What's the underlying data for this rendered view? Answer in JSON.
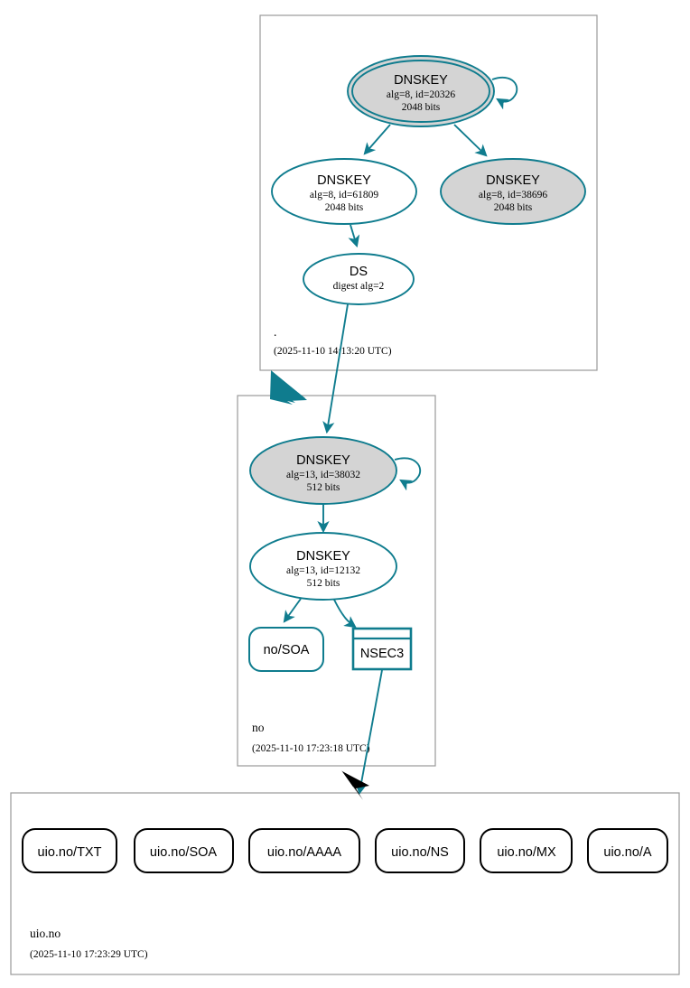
{
  "diagram": {
    "kind": "dnssec-authentication-chain",
    "colors": {
      "secure": "#0f7c8e",
      "key_fill_ksk": "#d4d4d4",
      "key_fill_zsk": "#ffffff",
      "zone_border": "#9a9a9a",
      "plain": "#000000"
    }
  },
  "zones": [
    {
      "id": "root",
      "name": ".",
      "timestamp": "(2025-11-10 14:13:20 UTC)",
      "nodes": [
        {
          "id": "root-ksk",
          "shape": "double-ellipse",
          "fill": "gray",
          "title": "DNSKEY",
          "line2": "alg=8, id=20326",
          "line3": "2048 bits",
          "self_signed": true
        },
        {
          "id": "root-zsk",
          "shape": "ellipse",
          "fill": "white",
          "title": "DNSKEY",
          "line2": "alg=8, id=61809",
          "line3": "2048 bits",
          "self_signed": false
        },
        {
          "id": "root-ksk2",
          "shape": "ellipse",
          "fill": "gray",
          "title": "DNSKEY",
          "line2": "alg=8, id=38696",
          "line3": "2048 bits",
          "self_signed": false
        },
        {
          "id": "root-ds",
          "shape": "ellipse",
          "fill": "white",
          "title": "DS",
          "line2": "digest alg=2",
          "line3": "",
          "self_signed": false
        }
      ]
    },
    {
      "id": "no",
      "name": "no",
      "timestamp": "(2025-11-10 17:23:18 UTC)",
      "nodes": [
        {
          "id": "no-ksk",
          "shape": "ellipse",
          "fill": "gray",
          "title": "DNSKEY",
          "line2": "alg=13, id=38032",
          "line3": "512 bits",
          "self_signed": true
        },
        {
          "id": "no-zsk",
          "shape": "ellipse",
          "fill": "white",
          "title": "DNSKEY",
          "line2": "alg=13, id=12132",
          "line3": "512 bits",
          "self_signed": false
        },
        {
          "id": "no-soa",
          "shape": "rounded-rect",
          "fill": "white",
          "title": "no/SOA",
          "line2": "",
          "line3": "",
          "self_signed": false
        },
        {
          "id": "no-nsec3",
          "shape": "record-rect",
          "fill": "white",
          "title": "NSEC3",
          "line2": "",
          "line3": "",
          "self_signed": false
        }
      ]
    },
    {
      "id": "uiono",
      "name": "uio.no",
      "timestamp": "(2025-11-10 17:23:29 UTC)",
      "nodes": [
        {
          "id": "uiono-txt",
          "shape": "rounded-rect",
          "fill": "white",
          "title": "uio.no/TXT",
          "line2": "",
          "line3": "",
          "self_signed": false
        },
        {
          "id": "uiono-soa",
          "shape": "rounded-rect",
          "fill": "white",
          "title": "uio.no/SOA",
          "line2": "",
          "line3": "",
          "self_signed": false
        },
        {
          "id": "uiono-aaaa",
          "shape": "rounded-rect",
          "fill": "white",
          "title": "uio.no/AAAA",
          "line2": "",
          "line3": "",
          "self_signed": false
        },
        {
          "id": "uiono-ns",
          "shape": "rounded-rect",
          "fill": "white",
          "title": "uio.no/NS",
          "line2": "",
          "line3": "",
          "self_signed": false
        },
        {
          "id": "uiono-mx",
          "shape": "rounded-rect",
          "fill": "white",
          "title": "uio.no/MX",
          "line2": "",
          "line3": "",
          "self_signed": false
        },
        {
          "id": "uiono-a",
          "shape": "rounded-rect",
          "fill": "white",
          "title": "uio.no/A",
          "line2": "",
          "line3": "",
          "self_signed": false
        }
      ]
    }
  ]
}
